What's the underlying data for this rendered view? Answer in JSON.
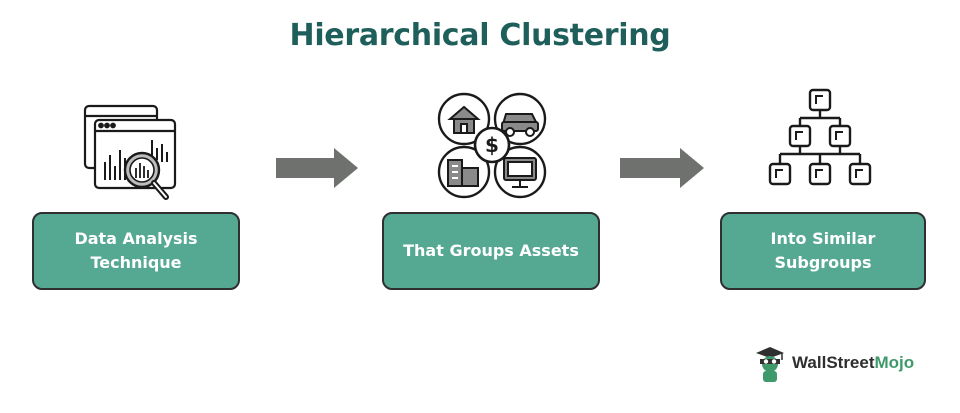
{
  "title": "Hierarchical Clustering",
  "steps": [
    {
      "label": "Data Analysis\nTechnique",
      "icon": "data-analysis-icon"
    },
    {
      "label": "That Groups Assets",
      "icon": "assets-group-icon"
    },
    {
      "label": "Into Similar\nSubgroups",
      "icon": "hierarchy-tree-icon"
    }
  ],
  "connectors": [
    "arrow-right-icon",
    "arrow-right-icon"
  ],
  "brand": {
    "name_part1": "WallStreet",
    "name_part2": "Mojo"
  },
  "colors": {
    "title": "#1f5f5b",
    "box_fill": "#55a892",
    "box_border": "#2f2f2f",
    "arrow": "#6f716e",
    "brand_accent": "#3f9a6b"
  }
}
